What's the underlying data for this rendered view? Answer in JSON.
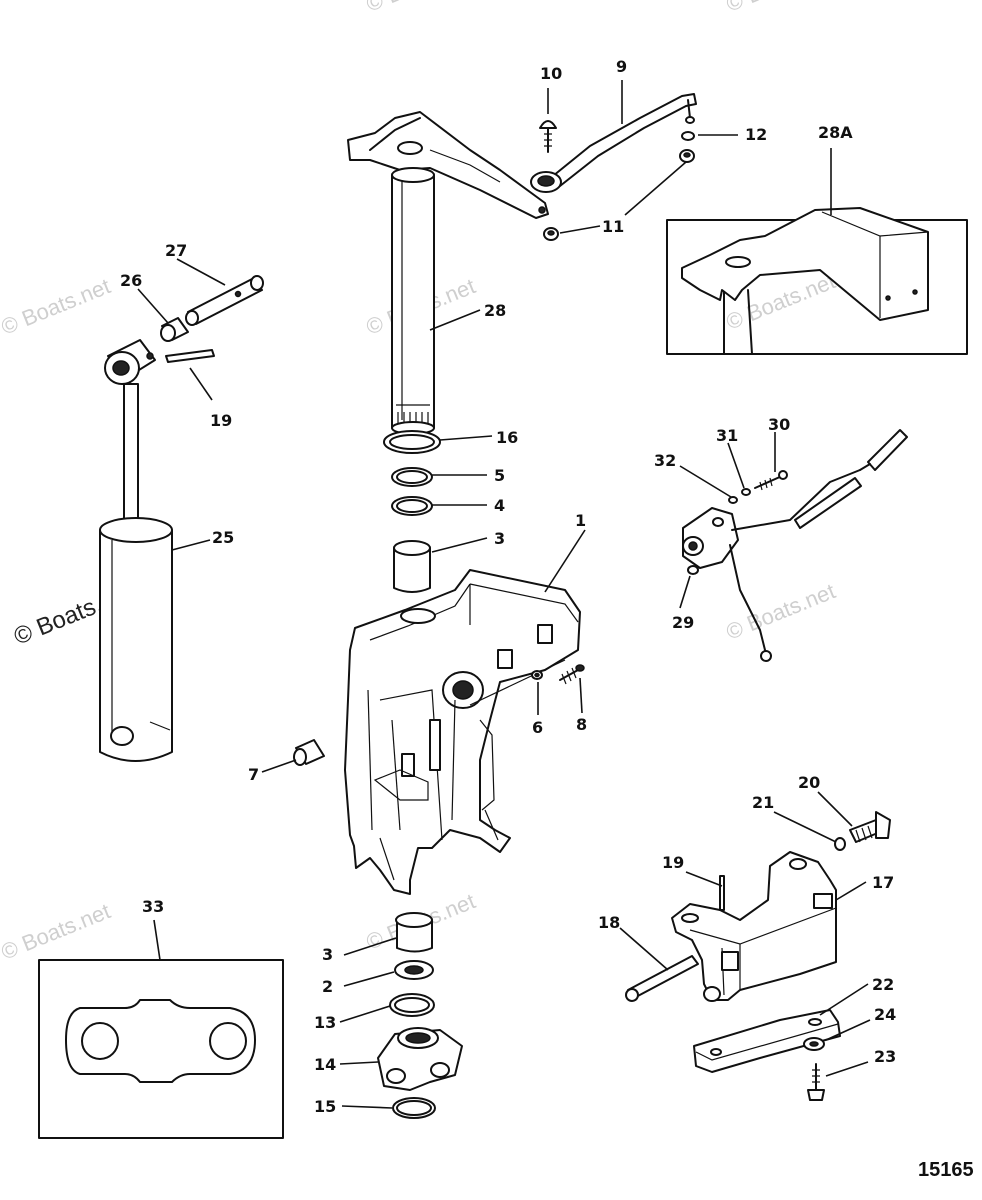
{
  "figure_number": "15165",
  "watermarks": [
    {
      "text": "© Boats.net",
      "style": "faint"
    },
    {
      "text": "© Boats.net",
      "style": "strong"
    }
  ],
  "labels": {
    "1": "1",
    "2": "2",
    "3a": "3",
    "3b": "3",
    "4": "4",
    "5": "5",
    "6": "6",
    "7": "7",
    "8": "8",
    "9": "9",
    "10": "10",
    "11": "11",
    "12": "12",
    "13": "13",
    "14": "14",
    "15": "15",
    "16": "16",
    "17": "17",
    "18": "18",
    "19a": "19",
    "19b": "19",
    "20": "20",
    "21": "21",
    "22": "22",
    "23": "23",
    "24": "24",
    "25": "25",
    "26": "26",
    "27": "27",
    "28": "28",
    "28A": "28A",
    "29": "29",
    "30": "30",
    "31": "31",
    "32": "32",
    "33": "33"
  }
}
